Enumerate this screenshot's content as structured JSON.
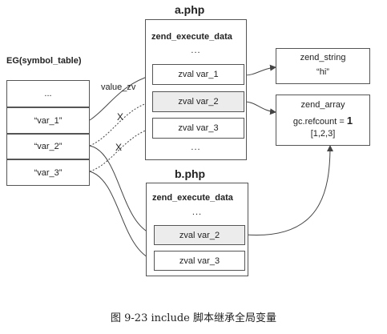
{
  "symbol_table": {
    "title": "EG(symbol_table)",
    "rows": [
      "...",
      "“var_1”",
      "“var_2”",
      "“var_3”"
    ]
  },
  "a_php": {
    "title": "a.php",
    "header": "zend_execute_data",
    "top_dots": "...",
    "vars": [
      "zval var_1",
      "zval var_2",
      "zval var_3"
    ],
    "bottom_dots": "..."
  },
  "b_php": {
    "title": "b.php",
    "header": "zend_execute_data",
    "top_dots": "...",
    "vars": [
      "zval var_2",
      "zval var_3"
    ]
  },
  "zend_string": {
    "title": "zend_string",
    "value": "“hi”"
  },
  "zend_array": {
    "title": "zend_array",
    "refcount_label": "gc.refcount = ",
    "refcount_value": "1",
    "value": "[1,2,3]"
  },
  "annotations": {
    "value_zv": "value_zv",
    "cross_1": "X",
    "cross_2": "X"
  },
  "caption": "图 9-23    include 脚本继承全局变量"
}
